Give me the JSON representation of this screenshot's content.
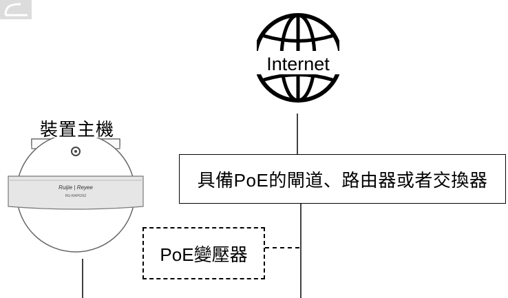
{
  "internet": {
    "label": "Internet"
  },
  "device": {
    "label": "裝置主機",
    "brand": "Ruijie | Reyee",
    "model": "RG-RAP6262"
  },
  "gateway": {
    "label": "具備PoE的閘道、路由器或者交換器"
  },
  "poe_adapter": {
    "label": "PoE變壓器"
  },
  "colors": {
    "line": "#000000",
    "device_body": "#ffffff",
    "device_band": "#e6e6e6",
    "badge": "#dcdcdc"
  }
}
